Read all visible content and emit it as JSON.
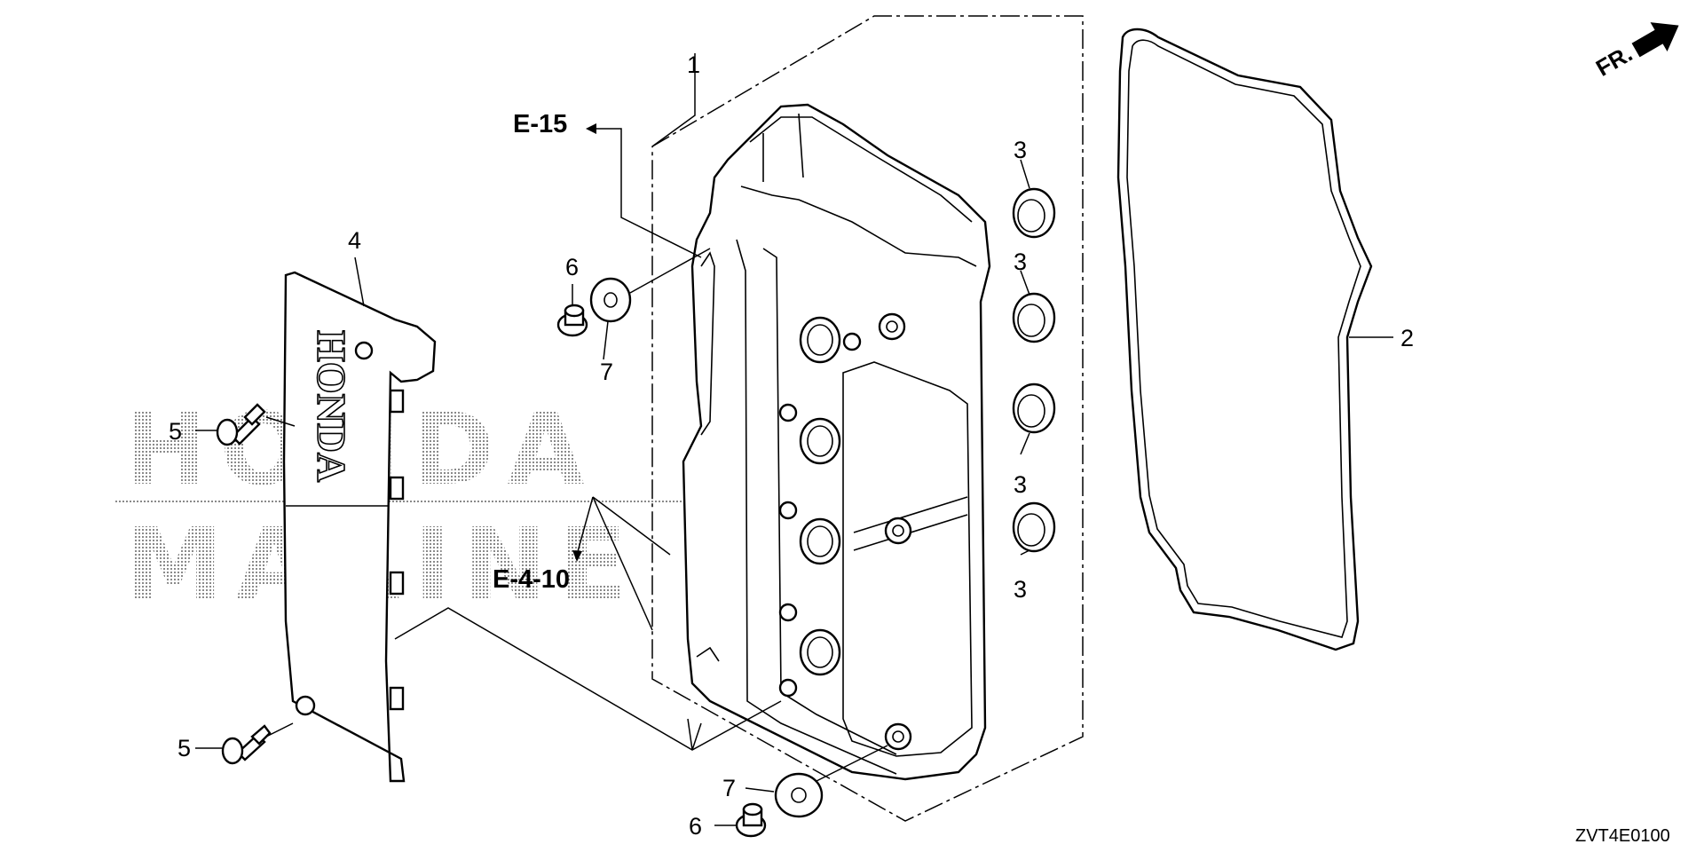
{
  "watermark": {
    "line1": "HONDA",
    "line2": "MARINE"
  },
  "cover_logo": "HONDA",
  "direction": {
    "label": "FR."
  },
  "references": {
    "upper": "E-15",
    "lower": "E-4-10"
  },
  "callouts": {
    "cylinder_head_cover": "1",
    "gasket": "2",
    "seal_a": "3",
    "seal_b": "3",
    "seal_c": "3",
    "seal_d": "3",
    "cover_panel": "4",
    "bolt_upper": "5",
    "bolt_lower": "5",
    "bolt_cap_upper": "6",
    "bolt_cap_lower": "6",
    "grommet_upper": "7",
    "grommet_lower": "7"
  },
  "diagram_code": "ZVT4E0100"
}
